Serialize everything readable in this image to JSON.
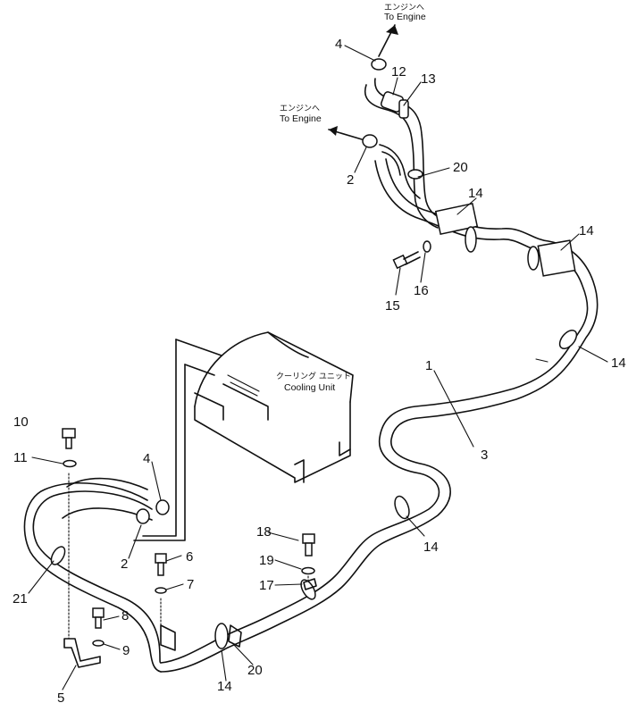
{
  "notes": {
    "engine_top_jp": "エンジンへ",
    "engine_top_en": "To Engine",
    "engine_mid_jp": "エンジンへ",
    "engine_mid_en": "To Engine",
    "cooling_jp": "クーリング ユニット",
    "cooling_en": "Cooling Unit"
  },
  "callouts": {
    "c1": "1",
    "c2_top": "2",
    "c2_bottom": "2",
    "c3": "3",
    "c4_top": "4",
    "c4_bottom": "4",
    "c5": "5",
    "c6": "6",
    "c7": "7",
    "c8": "8",
    "c9": "9",
    "c10": "10",
    "c11": "11",
    "c12": "12",
    "c13": "13",
    "c14_a": "14",
    "c14_b": "14",
    "c14_c": "14",
    "c14_d": "14",
    "c14_e": "14",
    "c15": "15",
    "c16": "16",
    "c17": "17",
    "c18": "18",
    "c19": "19",
    "c20_top": "20",
    "c20_bottom": "20",
    "c21": "21"
  }
}
